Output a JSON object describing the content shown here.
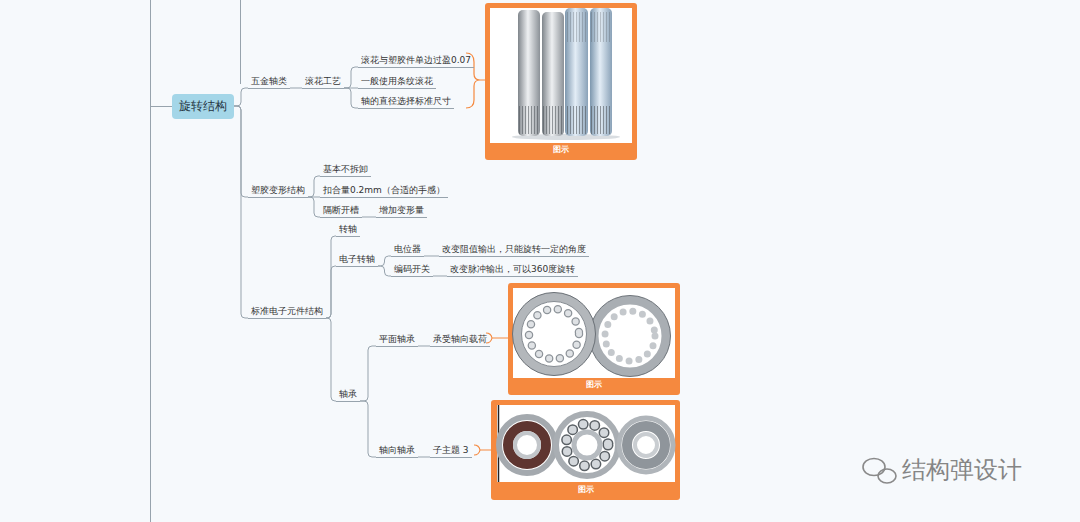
{
  "diagram": {
    "nodes": [
      {
        "text": [
          "旋转结构"
        ]
      },
      {
        "text": [
          "五金轴类"
        ]
      },
      {
        "text": [
          "滚花工艺"
        ]
      },
      {
        "text": [
          "滚花与塑胶件单边过盈0.07"
        ]
      },
      {
        "text": [
          "一般使用条纹滚花"
        ]
      },
      {
        "text": [
          "轴的直径选择标准尺寸"
        ]
      },
      {
        "text": [
          "图示"
        ]
      },
      {
        "text": [
          "塑胶变形结构"
        ]
      },
      {
        "text": [
          "基本不拆卸"
        ]
      },
      {
        "text": [
          "扣合量0.2mm（合适的手感）"
        ]
      },
      {
        "text": [
          "隔断开槽"
        ]
      },
      {
        "text": [
          "增加变形量"
        ]
      },
      {
        "text": [
          "标准电子元件结构"
        ]
      },
      {
        "text": [
          "转轴"
        ]
      },
      {
        "text": [
          "电子转轴"
        ]
      },
      {
        "text": [
          "电位器"
        ]
      },
      {
        "text": [
          "改变阻值输出，只能旋转一定的角度"
        ]
      },
      {
        "text": [
          "编码开关"
        ]
      },
      {
        "text": [
          "改变脉冲输出，可以360度旋转"
        ]
      },
      {
        "text": [
          "轴承"
        ]
      },
      {
        "text": [
          "平面轴承"
        ]
      },
      {
        "text": [
          "承受轴向载荷"
        ]
      },
      {
        "text": [
          "图示"
        ]
      },
      {
        "text": [
          "轴向轴承"
        ]
      },
      {
        "text": [
          "子主题 3"
        ]
      },
      {
        "text": [
          "图示"
        ]
      }
    ],
    "edges": [
      {
        "from": 0,
        "to": 1,
        "arrow": "none"
      },
      {
        "from": 1,
        "to": 2,
        "arrow": "none"
      },
      {
        "from": 2,
        "to": 3,
        "arrow": "none"
      },
      {
        "from": 2,
        "to": 4,
        "arrow": "none"
      },
      {
        "from": 2,
        "to": 5,
        "arrow": "none"
      },
      {
        "from": 0,
        "to": 7,
        "arrow": "none"
      },
      {
        "from": 7,
        "to": 8,
        "arrow": "none"
      },
      {
        "from": 7,
        "to": 9,
        "arrow": "none"
      },
      {
        "from": 7,
        "to": 10,
        "arrow": "none"
      },
      {
        "from": 10,
        "to": 11,
        "arrow": "none"
      },
      {
        "from": 0,
        "to": 12,
        "arrow": "none"
      },
      {
        "from": 12,
        "to": 13,
        "arrow": "none"
      },
      {
        "from": 12,
        "to": 14,
        "arrow": "none"
      },
      {
        "from": 14,
        "to": 15,
        "arrow": "none"
      },
      {
        "from": 15,
        "to": 16,
        "arrow": "none"
      },
      {
        "from": 14,
        "to": 17,
        "arrow": "none"
      },
      {
        "from": 17,
        "to": 18,
        "arrow": "none"
      },
      {
        "from": 12,
        "to": 19,
        "arrow": "none"
      },
      {
        "from": 19,
        "to": 20,
        "arrow": "none"
      },
      {
        "from": 20,
        "to": 21,
        "arrow": "none"
      },
      {
        "from": 19,
        "to": 23,
        "arrow": "none"
      },
      {
        "from": 23,
        "to": 24,
        "arrow": "none"
      }
    ],
    "labels": [
      "结构弹设计"
    ]
  }
}
